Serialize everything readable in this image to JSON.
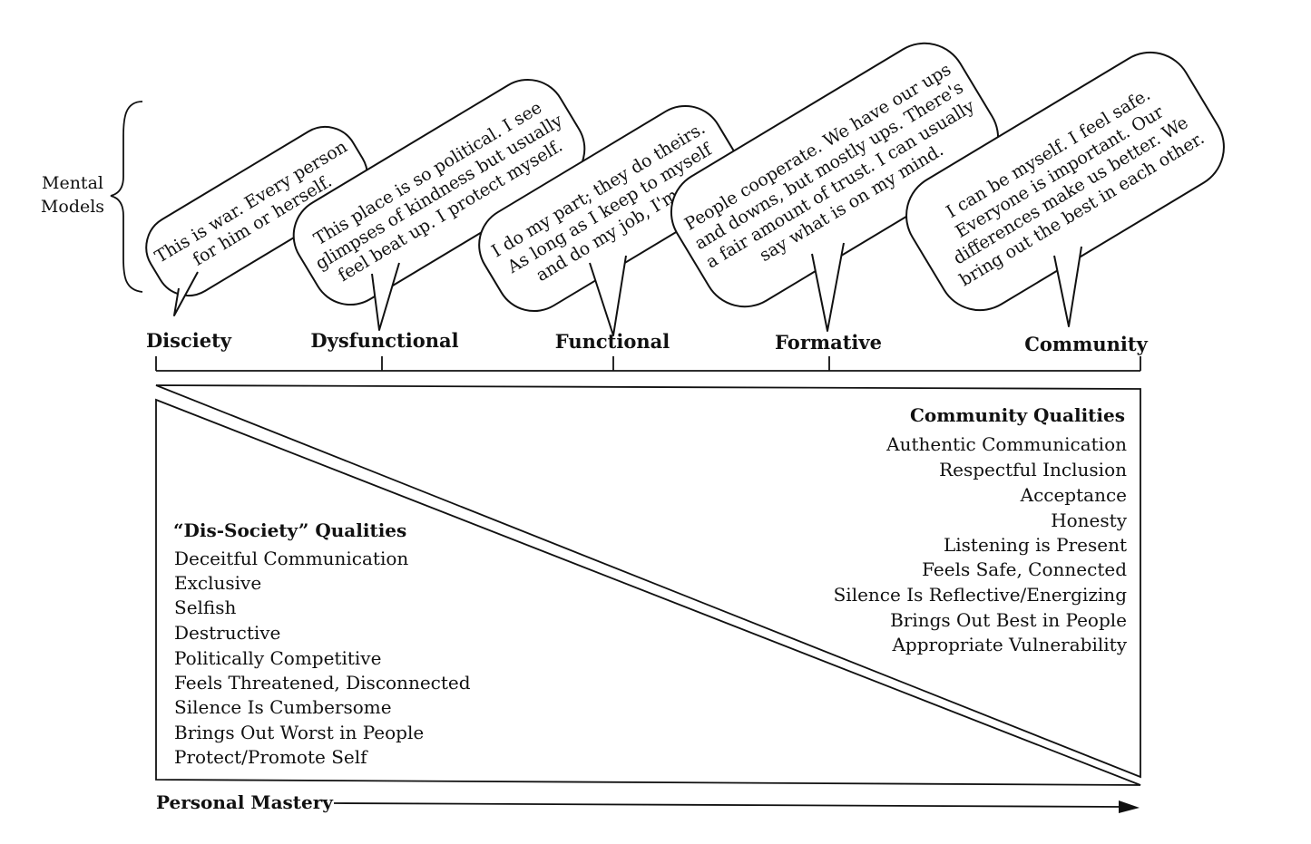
{
  "side_label": {
    "line1": "Mental",
    "line2": "Models"
  },
  "stages": [
    "Disciety",
    "Dysfunctional",
    "Functional",
    "Formative",
    "Community"
  ],
  "bubbles": [
    [
      "This is war.  Every person",
      "for him or herself."
    ],
    [
      "This place is so political.  I see",
      "glimpses of kindness but usually",
      "feel beat up.  I protect myself."
    ],
    [
      "I do my part; they do theirs.",
      "As long as I keep to myself",
      "and do my job, I'm ok."
    ],
    [
      "People cooperate.  We have our ups",
      "and downs, but mostly ups.  There's",
      "a fair amount of trust.  I can usually",
      "say what is on my mind."
    ],
    [
      "I can be myself.  I feel safe.",
      "Everyone is important.  Our",
      "differences make us better.  We",
      "bring out the best in each other."
    ]
  ],
  "community_qualities": {
    "title": "Community Qualities",
    "items": [
      "Authentic Communication",
      "Respectful Inclusion",
      "Acceptance",
      "Honesty",
      "Listening is Present",
      "Feels Safe, Connected",
      "Silence Is Reflective/Energizing",
      "Brings Out Best in People",
      "Appropriate Vulnerability"
    ]
  },
  "dis_society_qualities": {
    "title": "“Dis-Society” Qualities",
    "items": [
      "Deceitful Communication",
      "Exclusive",
      "Selfish",
      "Destructive",
      "Politically Competitive",
      "Feels Threatened, Disconnected",
      "Silence Is Cumbersome",
      "Brings Out Worst in People",
      "Protect/Promote Self"
    ]
  },
  "axis_label": "Personal Mastery"
}
